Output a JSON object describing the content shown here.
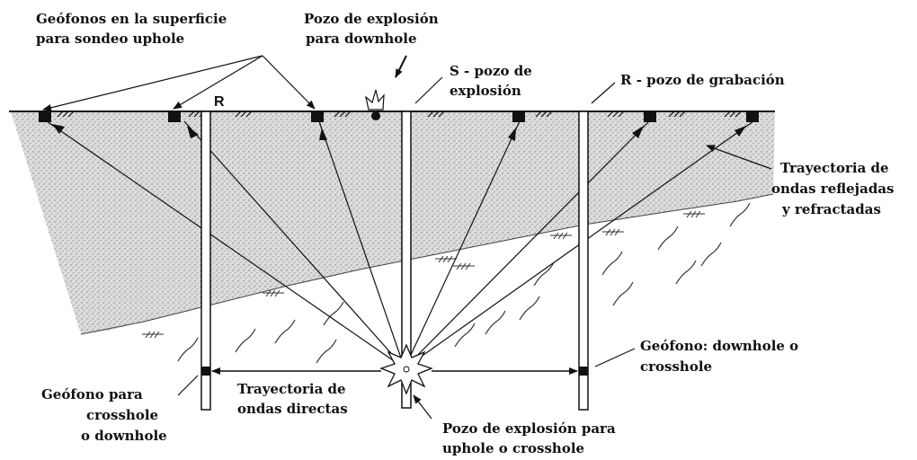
{
  "labels": {
    "surface_geophones_1": "Geófonos en la superficie",
    "surface_geophones_2": "para sondeo uphole",
    "downhole_source_1": "Pozo de explosión",
    "downhole_source_2": "para downhole",
    "s_borehole_1": "S - pozo de",
    "s_borehole_2": "explosión",
    "r_borehole": "R - pozo de grabación",
    "r_marker": "R",
    "reflected_1": "Trayectoria de",
    "reflected_2": "ondas reflejadas",
    "reflected_3": "y refractadas",
    "geophone_downhole_1": "Geófono: downhole o",
    "geophone_downhole_2": "crosshole",
    "geophone_crosshole_1": "Geófono para",
    "geophone_crosshole_2": "crosshole",
    "geophone_crosshole_3": "o downhole",
    "direct_1": "Trayectoria de",
    "direct_2": "ondas directas",
    "uphole_source_1": "Pozo de explosión para",
    "uphole_source_2": "uphole o crosshole"
  },
  "colors": {
    "ink": "#111111",
    "upper_layer_dot": "#7a7a7a",
    "upper_layer_bg": "#dcdcdc"
  }
}
